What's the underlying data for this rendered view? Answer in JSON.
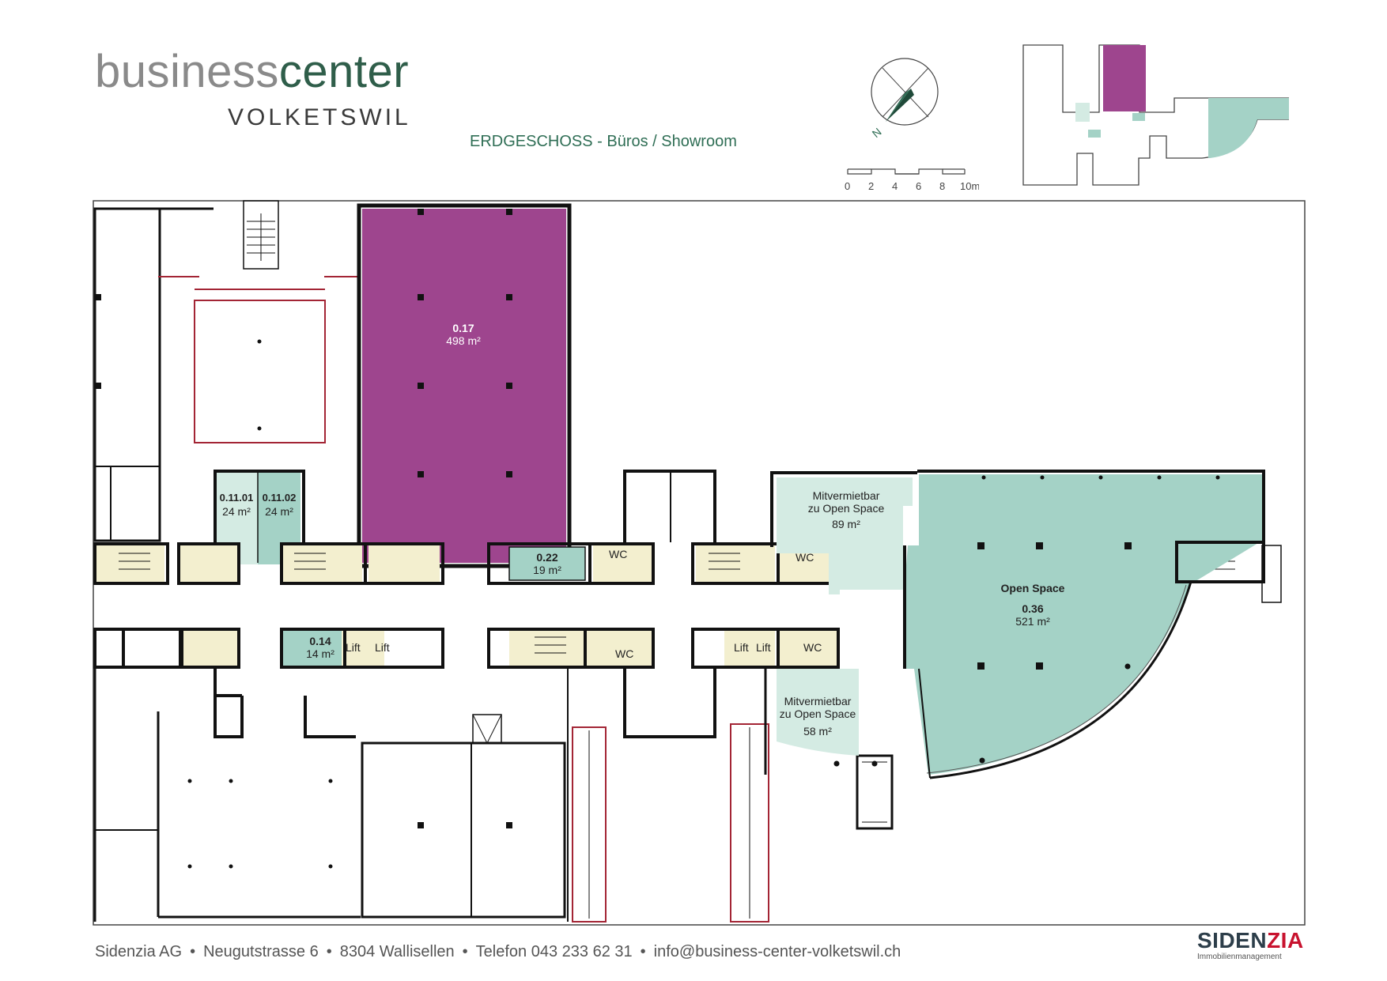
{
  "header": {
    "logo_part1": "business",
    "logo_part2": "center",
    "logo_sub": "VOLKETSWIL",
    "subtitle": "ERDGESCHOSS - Büros / Showroom"
  },
  "compass": {
    "north_label": "N"
  },
  "scale_bar": {
    "labels": [
      "0",
      "2",
      "4",
      "6",
      "8",
      "10m"
    ]
  },
  "colors": {
    "showroom": "#9e458e",
    "office": "#a4d2c6",
    "office_light": "#d4ebe3",
    "service": "#f3efcf",
    "wall": "#111111",
    "accent_red": "#a32535"
  },
  "rooms": {
    "r017": {
      "id": "0.17",
      "area": "498 m²"
    },
    "r01101": {
      "id": "0.11.01",
      "area": "24 m²"
    },
    "r01102": {
      "id": "0.11.02",
      "area": "24 m²"
    },
    "r022": {
      "id": "0.22",
      "area": "19 m²"
    },
    "r014": {
      "id": "0.14",
      "area": "14 m²"
    },
    "r036": {
      "name": "Open Space",
      "id": "0.36",
      "area": "521 m²"
    },
    "mit89": {
      "line1": "Mitvermietbar",
      "line2": "zu Open Space",
      "area": "89 m²"
    },
    "mit58": {
      "line1": "Mitvermietbar",
      "line2": "zu Open Space",
      "area": "58 m²"
    }
  },
  "labels": {
    "wc": "WC",
    "lift": "Lift"
  },
  "footer": {
    "company": "Sidenzia AG",
    "street": "Neugutstrasse 6",
    "city": "8304 Wallisellen",
    "phone": "Telefon 043 233 62 31",
    "email": "info@business-center-volketswil.ch",
    "separator": "•"
  },
  "brand": {
    "part1": "SIDEN",
    "part2": "ZIA",
    "sub": "Immobilienmanagement"
  }
}
